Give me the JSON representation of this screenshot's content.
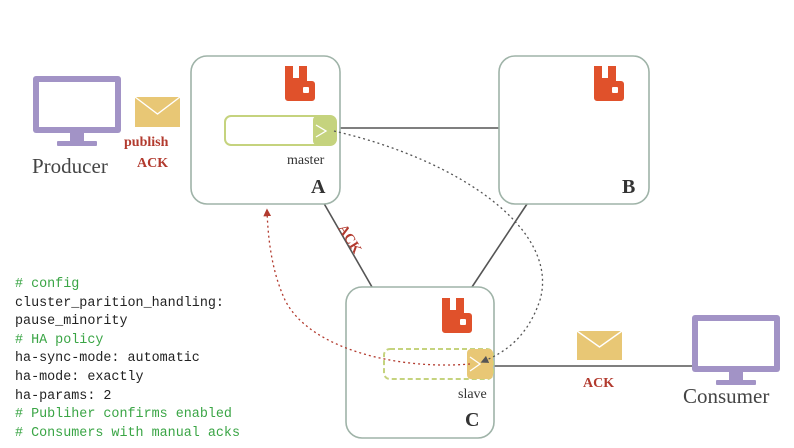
{
  "colors": {
    "rabbit": "#e0512b",
    "node_border": "#9fb3a8",
    "queue_green": "#c5d37e",
    "envelope": "#e8c775",
    "computer": "#a293c6",
    "ack_red": "#b23a2e",
    "comment_green": "#3aa545"
  },
  "nodes": {
    "a": {
      "name": "A",
      "queue_label": "master"
    },
    "b": {
      "name": "B"
    },
    "c": {
      "name": "C",
      "queue_label": "slave"
    }
  },
  "producer": {
    "label": "Producer",
    "publish_label": "publish",
    "ack_label": "ACK"
  },
  "consumer": {
    "label": "Consumer",
    "ack_label": "ACK"
  },
  "replication": {
    "ack_label": "ACK"
  },
  "config": {
    "lines": [
      {
        "text": "# config",
        "comment": true
      },
      {
        "text": "cluster_parition_handling:",
        "comment": false
      },
      {
        "text": "pause_minority",
        "comment": false
      },
      {
        "text": "# HA policy",
        "comment": true
      },
      {
        "text": "ha-sync-mode: automatic",
        "comment": false
      },
      {
        "text": "ha-mode: exactly",
        "comment": false
      },
      {
        "text": "ha-params: 2",
        "comment": false
      },
      {
        "text": "# Publiher confirms enabled",
        "comment": true
      },
      {
        "text": "# Consumers with manual acks",
        "comment": true
      }
    ]
  }
}
